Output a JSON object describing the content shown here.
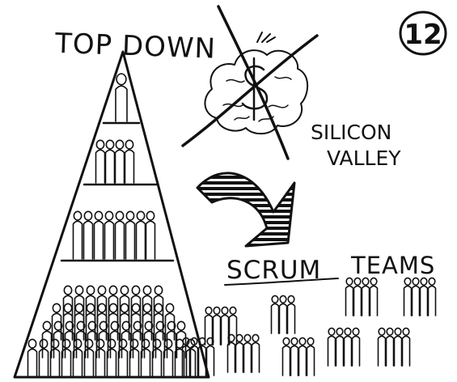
{
  "page_number": "12",
  "title": "TOP DOWN",
  "crossed_label": "SILICON VALLEY",
  "crossed_label_lines": [
    "SILICON",
    "VALLEY"
  ],
  "teams_label": "SCRUM TEAMS",
  "teams_label_parts": [
    "SCRUM",
    "TEAMS"
  ],
  "pyramid_tiers": [
    {
      "tier": 1,
      "people": 1
    },
    {
      "tier": 2,
      "people": 4
    },
    {
      "tier": 3,
      "people": 8
    },
    {
      "tier": 4,
      "people": 45
    }
  ],
  "team_groups": [
    {
      "id": "team-a",
      "people": 4
    },
    {
      "id": "team-b",
      "people": 3
    },
    {
      "id": "team-c",
      "people": 4
    },
    {
      "id": "team-d",
      "people": 4
    },
    {
      "id": "team-e",
      "people": 4
    },
    {
      "id": "team-f",
      "people": 4
    },
    {
      "id": "team-g",
      "people": 4
    },
    {
      "id": "team-h",
      "people": 4
    },
    {
      "id": "team-i",
      "people": 4
    }
  ],
  "icons": {
    "brain": "brain-with-dollar-icon",
    "cross": "cross-out-icon",
    "arrow": "curved-arrow-icon"
  },
  "colors": {
    "ink": "#111111",
    "background": "#ffffff"
  }
}
